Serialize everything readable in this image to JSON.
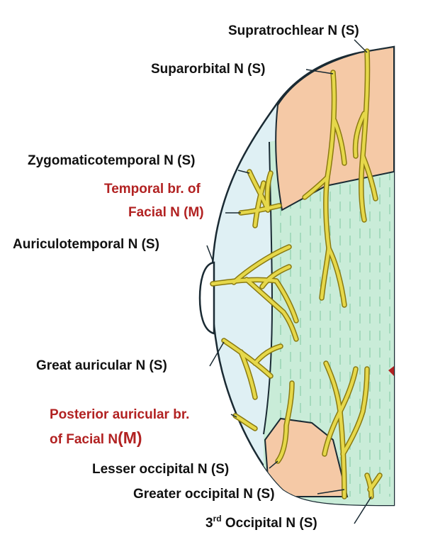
{
  "colors": {
    "sensory_label": "#111111",
    "motor_label": "#b22222",
    "nerve_fill": "#e6d84a",
    "nerve_outline": "#8a7a10",
    "forehead_region": "#f5c9a6",
    "occipital_region": "#f5c9a6",
    "scalp_region": "#c9ecd8",
    "temple_region": "#dff0f4",
    "outline": "#1a2a33"
  },
  "labels": {
    "supratrochlear": "Supratrochlear N (S)",
    "supraorbital": "Suparorbital N (S)",
    "zygomaticotemporal": "Zygomaticotemporal N (S)",
    "temporal_facial_line1": "Temporal br. of",
    "temporal_facial_line2": "Facial N (M)",
    "auriculotemporal": "Auriculotemporal N (S)",
    "great_auricular": "Great auricular N (S)",
    "posterior_auricular_line1": "Posterior auricular br.",
    "posterior_auricular_line2_text": "of Facial N",
    "posterior_auricular_line2_m": "(M)",
    "lesser_occipital": "Lesser occipital N (S)",
    "greater_occipital": "Greater occipital N (S)",
    "third_occipital_num": "3",
    "third_occipital_sup": "rd",
    "third_occipital_rest": " Occipital N (S)"
  }
}
